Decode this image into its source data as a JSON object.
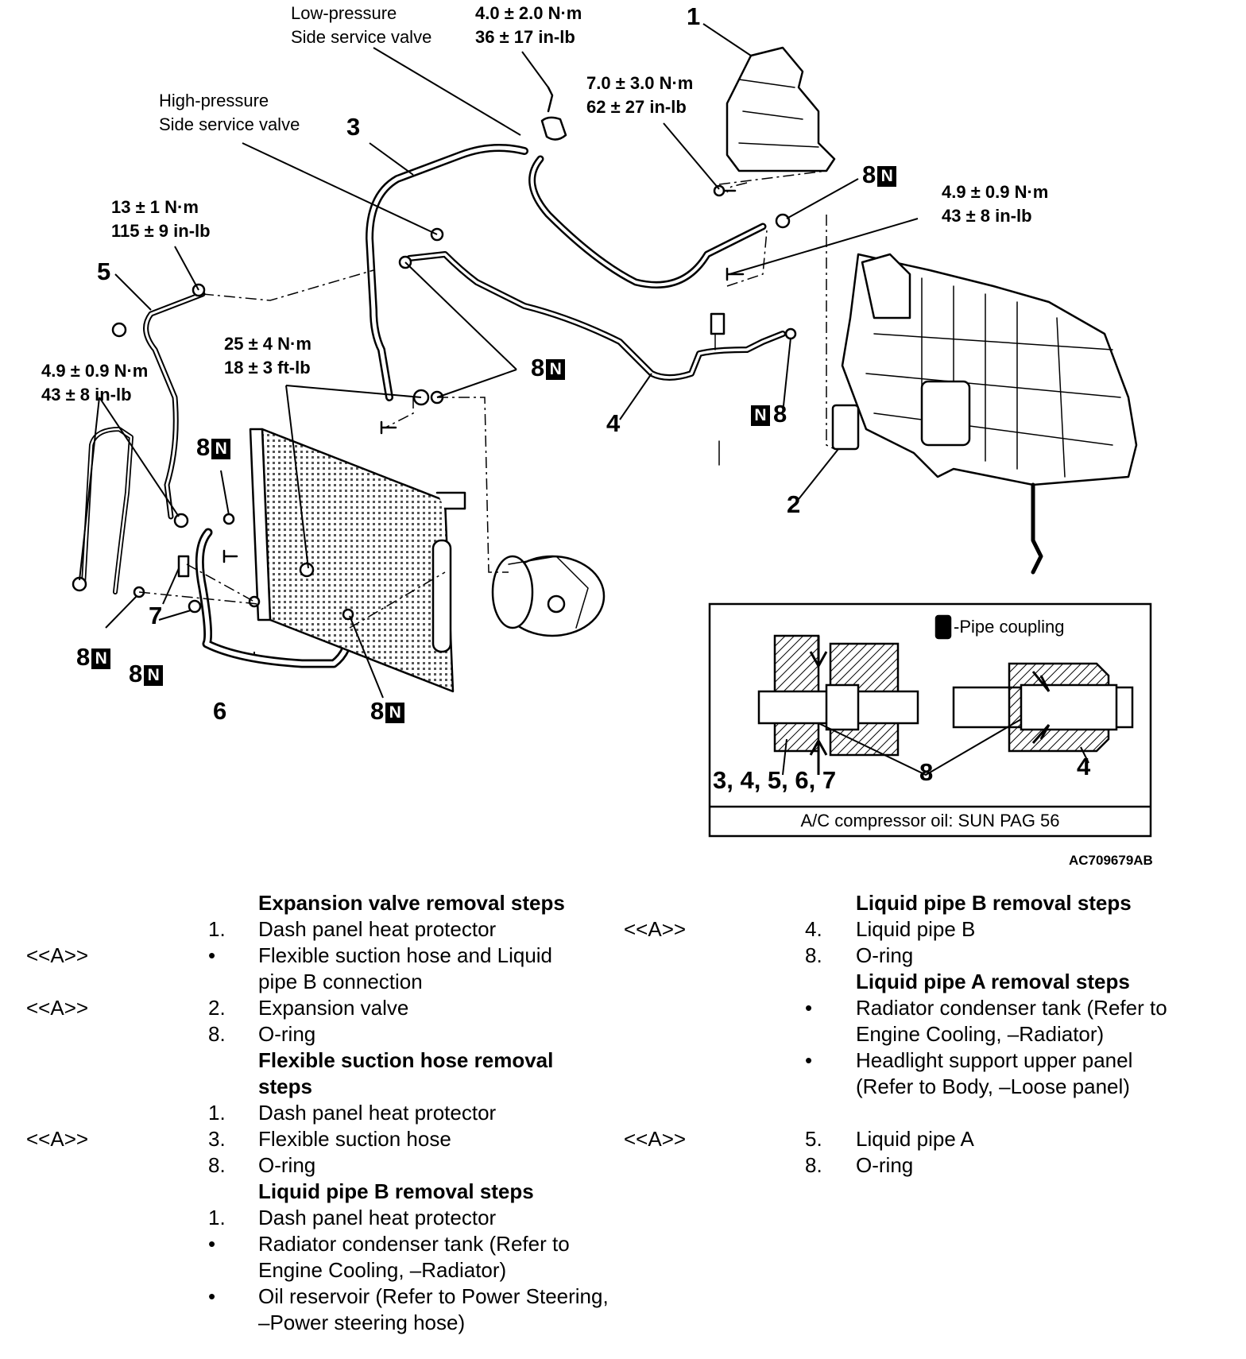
{
  "figure_id": "AC709679AB",
  "callouts": {
    "low_pressure_valve": [
      "Low-pressure",
      "Side service valve"
    ],
    "high_pressure_valve": [
      "High-pressure",
      "Side service valve"
    ],
    "torque_low_valve": [
      "4.0 ± 2.0 N·m",
      "36 ± 17 in-lb"
    ],
    "torque_heat_protector": [
      "7.0 ± 3.0 N·m",
      "62 ± 27 in-lb"
    ],
    "torque_pipe5": [
      "13 ± 1 N·m",
      "115 ± 9 in-lb"
    ],
    "torque_left": [
      "4.9 ± 0.9 N·m",
      "43 ± 8 in-lb"
    ],
    "torque_right": [
      "4.9 ± 0.9 N·m",
      "43 ± 8 in-lb"
    ],
    "torque_condenser": [
      "25 ± 4 N·m",
      "18 ± 3 ft-lb"
    ]
  },
  "part_numbers": [
    "1",
    "2",
    "3",
    "4",
    "5",
    "6",
    "7",
    "8"
  ],
  "n_mark": "N",
  "inset": {
    "legend": "-Pipe coupling",
    "label_left": "3, 4, 5, 6, 7",
    "label_mid": "8",
    "label_right": "4",
    "footer": "A/C compressor oil: SUN PAG 56"
  },
  "steps_left": [
    {
      "ref": "",
      "marker": "",
      "text": "Expansion valve removal steps",
      "heading": true
    },
    {
      "ref": "",
      "marker": "1.",
      "text": "Dash panel heat protector"
    },
    {
      "ref": "<<A>>",
      "marker": "•",
      "text": "Flexible suction hose and Liquid"
    },
    {
      "ref": "",
      "marker": "",
      "text": "pipe B connection"
    },
    {
      "ref": "<<A>>",
      "marker": "2.",
      "text": "Expansion valve"
    },
    {
      "ref": "",
      "marker": "8.",
      "text": "O-ring"
    },
    {
      "ref": "",
      "marker": "",
      "text": "Flexible suction hose removal",
      "heading": true
    },
    {
      "ref": "",
      "marker": "",
      "text": "steps",
      "heading": true
    },
    {
      "ref": "",
      "marker": "1.",
      "text": "Dash panel heat protector"
    },
    {
      "ref": "<<A>>",
      "marker": "3.",
      "text": "Flexible suction hose"
    },
    {
      "ref": "",
      "marker": "8.",
      "text": "O-ring"
    },
    {
      "ref": "",
      "marker": "",
      "text": "Liquid pipe B removal steps",
      "heading": true
    },
    {
      "ref": "",
      "marker": "1.",
      "text": "Dash panel heat protector"
    },
    {
      "ref": "",
      "marker": "•",
      "text": "Radiator condenser tank (Refer to"
    },
    {
      "ref": "",
      "marker": "",
      "text": "Engine Cooling, –Radiator)"
    },
    {
      "ref": "",
      "marker": "•",
      "text": "Oil reservoir (Refer to Power Steering,"
    },
    {
      "ref": "",
      "marker": "",
      "text": "–Power steering hose)"
    }
  ],
  "steps_right": [
    {
      "ref": "",
      "marker": "",
      "text": "Liquid pipe B removal steps",
      "heading": true
    },
    {
      "ref": "<<A>>",
      "marker": "4.",
      "text": "Liquid pipe B"
    },
    {
      "ref": "",
      "marker": "8.",
      "text": "O-ring"
    },
    {
      "ref": "",
      "marker": "",
      "text": "Liquid pipe A removal steps",
      "heading": true
    },
    {
      "ref": "",
      "marker": "•",
      "text": "Radiator condenser tank (Refer to"
    },
    {
      "ref": "",
      "marker": "",
      "text": "Engine Cooling, –Radiator)"
    },
    {
      "ref": "",
      "marker": "•",
      "text": "Headlight support upper panel"
    },
    {
      "ref": "",
      "marker": "",
      "text": "(Refer to Body, –Loose panel)"
    },
    {
      "ref": "",
      "marker": "",
      "text": ""
    },
    {
      "ref": "<<A>>",
      "marker": "5.",
      "text": "Liquid pipe A"
    },
    {
      "ref": "",
      "marker": "8.",
      "text": "O-ring"
    }
  ]
}
